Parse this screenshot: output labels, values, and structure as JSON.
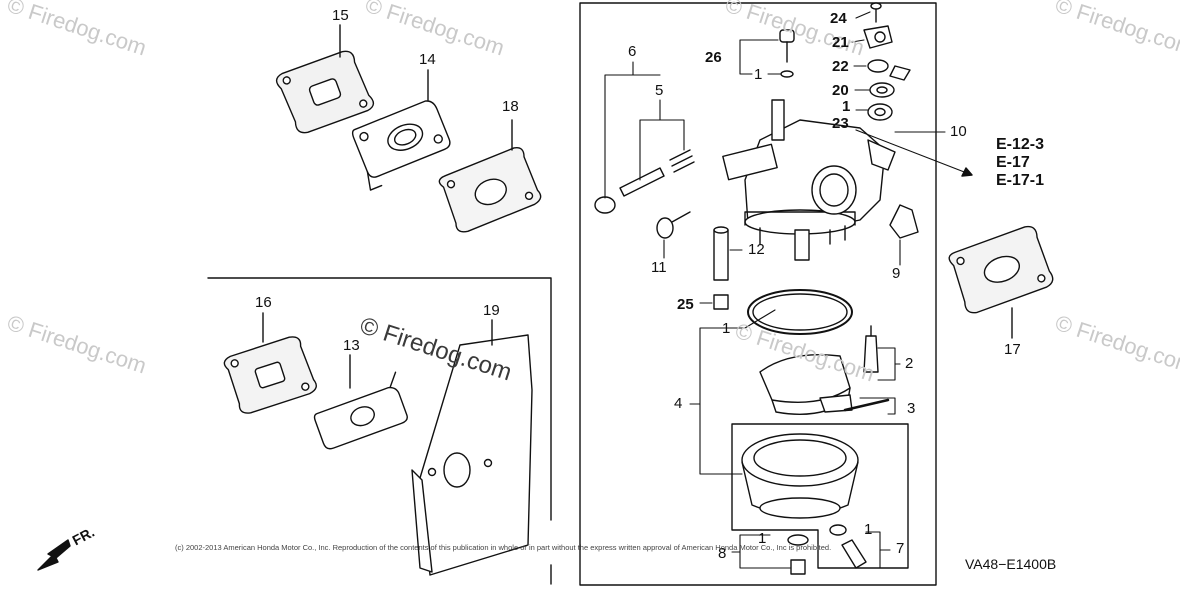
{
  "watermark": {
    "text": "© Firedog.com"
  },
  "copyright": "(c) 2002-2013 American Honda Motor Co., Inc. Reproduction of the contents of this publication in whole or in part without the express written approval of American Honda Motor Co., Inc is prohibited.",
  "diagram_code": "VA48−E1400B",
  "front_marker": "FR.",
  "references": [
    "E-12-3",
    "E-17",
    "E-17-1"
  ],
  "labels": {
    "p15": "15",
    "p14": "14",
    "p18": "18",
    "p16": "16",
    "p13": "13",
    "p19": "19",
    "p6": "6",
    "p5": "5",
    "p26": "26",
    "p1_26": "1",
    "p24": "24",
    "p21": "21",
    "p22": "22",
    "p20": "20",
    "p1_20": "1",
    "p23": "23",
    "p10": "10",
    "p11": "11",
    "p12": "12",
    "p9": "9",
    "p25": "25",
    "p17": "17",
    "p1_top": "1",
    "p2": "2",
    "p3": "3",
    "p4": "4",
    "p1_b1": "1",
    "p1_b2": "1",
    "p8": "8",
    "p7": "7"
  }
}
